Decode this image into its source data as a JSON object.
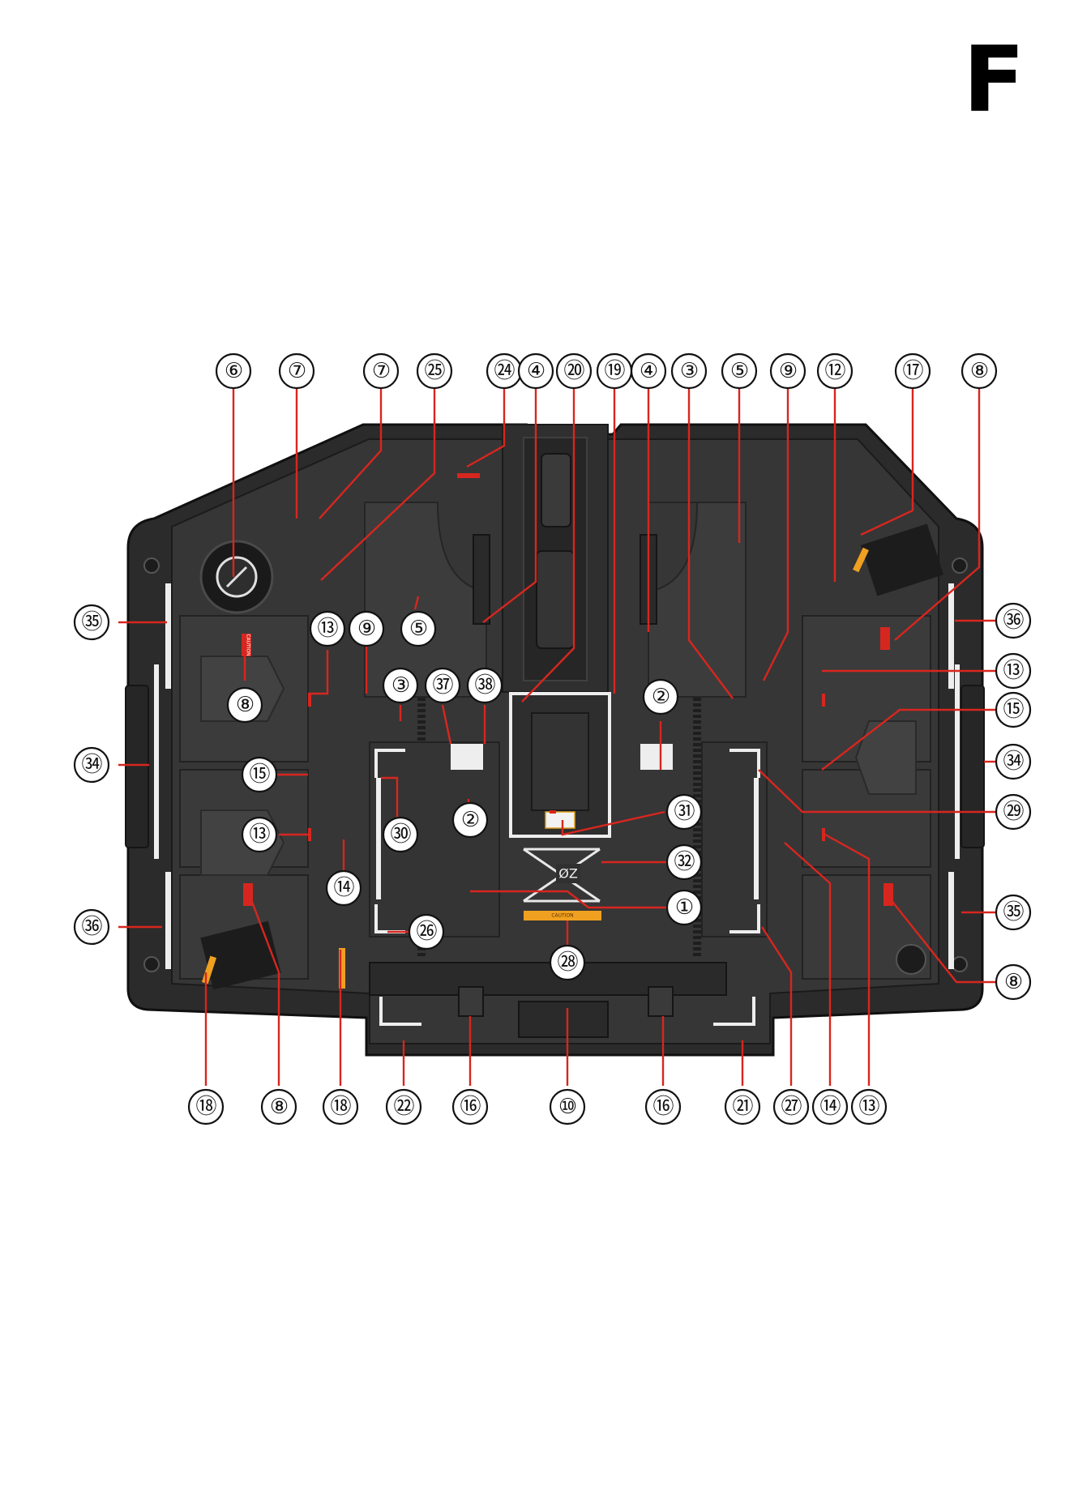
{
  "sheet": {
    "letter": "F"
  },
  "decals": {
    "caution": "CAUTION",
    "zone_code": "ØZ",
    "amber_band": "CAUTION"
  },
  "callouts": [
    {
      "label": "⑥"
    },
    {
      "label": "⑦"
    },
    {
      "label": "⑦"
    },
    {
      "label": "㉕"
    },
    {
      "label": "㉔"
    },
    {
      "label": "④"
    },
    {
      "label": "⑳"
    },
    {
      "label": "⑲"
    },
    {
      "label": "④"
    },
    {
      "label": "③"
    },
    {
      "label": "⑤"
    },
    {
      "label": "⑨"
    },
    {
      "label": "⑫"
    },
    {
      "label": "⑰"
    },
    {
      "label": "⑧"
    },
    {
      "label": "㉟"
    },
    {
      "label": "⑬"
    },
    {
      "label": "⑨"
    },
    {
      "label": "⑤"
    },
    {
      "label": "⑧"
    },
    {
      "label": "③"
    },
    {
      "label": "㊲"
    },
    {
      "label": "㊳"
    },
    {
      "label": "②"
    },
    {
      "label": "㉞"
    },
    {
      "label": "⑮"
    },
    {
      "label": "㉚"
    },
    {
      "label": "②"
    },
    {
      "label": "⑬"
    },
    {
      "label": "⑭"
    },
    {
      "label": "㉛"
    },
    {
      "label": "㉜"
    },
    {
      "label": "①"
    },
    {
      "label": "㉖"
    },
    {
      "label": "㉘"
    },
    {
      "label": "㊱"
    },
    {
      "label": "㊱"
    },
    {
      "label": "⑬"
    },
    {
      "label": "⑮"
    },
    {
      "label": "㉞"
    },
    {
      "label": "㉙"
    },
    {
      "label": "㉟"
    },
    {
      "label": "⑧"
    },
    {
      "label": "⑱"
    },
    {
      "label": "⑧"
    },
    {
      "label": "⑱"
    },
    {
      "label": "㉒"
    },
    {
      "label": "⑯"
    },
    {
      "label": "⑩"
    },
    {
      "label": "⑯"
    },
    {
      "label": "㉑"
    },
    {
      "label": "㉗"
    },
    {
      "label": "⑭"
    },
    {
      "label": "⑬"
    }
  ]
}
